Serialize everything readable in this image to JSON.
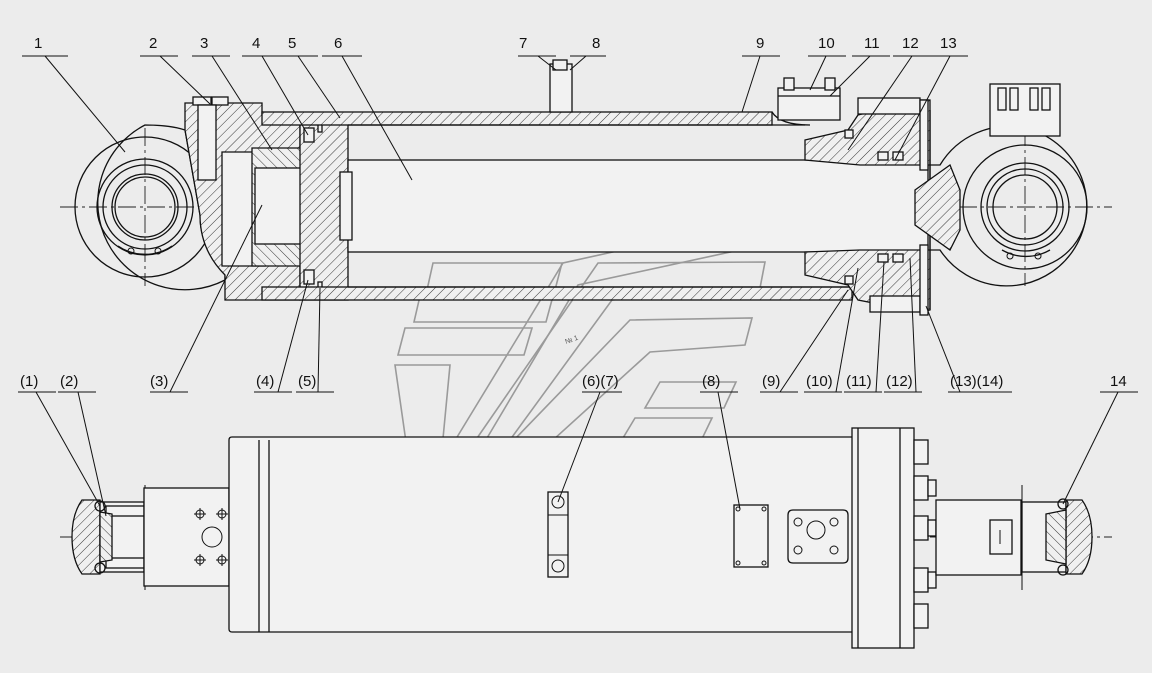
{
  "callouts_top": [
    {
      "id": "1",
      "text": "1"
    },
    {
      "id": "2",
      "text": "2"
    },
    {
      "id": "3",
      "text": "3"
    },
    {
      "id": "4",
      "text": "4"
    },
    {
      "id": "5",
      "text": "5"
    },
    {
      "id": "6",
      "text": "6"
    },
    {
      "id": "7",
      "text": "7"
    },
    {
      "id": "8",
      "text": "8"
    },
    {
      "id": "9",
      "text": "9"
    },
    {
      "id": "10",
      "text": "10"
    },
    {
      "id": "11",
      "text": "11"
    },
    {
      "id": "12",
      "text": "12"
    },
    {
      "id": "13",
      "text": "13"
    }
  ],
  "callouts_section": [
    {
      "id": "p3",
      "text": "(3)"
    },
    {
      "id": "p4",
      "text": "(4)"
    },
    {
      "id": "p5",
      "text": "(5)"
    },
    {
      "id": "p9",
      "text": "(9)"
    },
    {
      "id": "p10",
      "text": "(10)"
    },
    {
      "id": "p11",
      "text": "(11)"
    },
    {
      "id": "p12",
      "text": "(12)"
    },
    {
      "id": "p13_14",
      "text": "(13)(14)"
    }
  ],
  "callouts_bottom": [
    {
      "id": "p1",
      "text": "(1)"
    },
    {
      "id": "p2",
      "text": "(2)"
    },
    {
      "id": "p6_7",
      "text": "(6)(7)"
    },
    {
      "id": "p8",
      "text": "(8)"
    },
    {
      "id": "14",
      "text": "14"
    }
  ],
  "watermark_text": "№ 1",
  "colors": {
    "background": "#ececec",
    "line": "#111111",
    "watermark": "#9a9a9a"
  }
}
